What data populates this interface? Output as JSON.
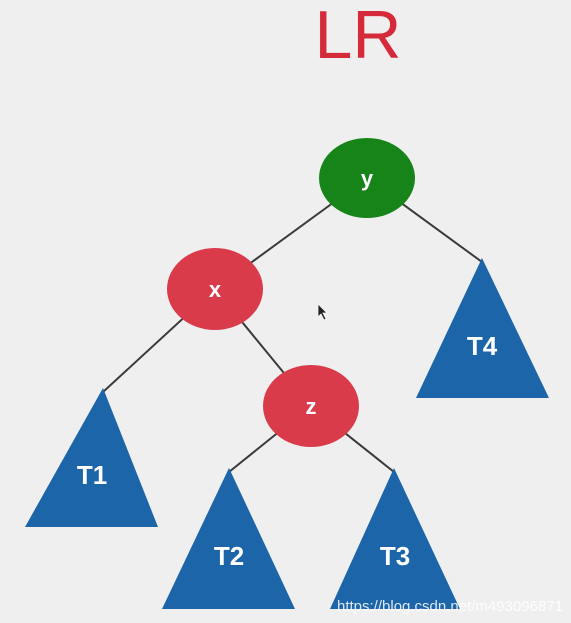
{
  "title": "LR",
  "colors": {
    "background": "#efefef",
    "title": "#d42a3a",
    "root_node": "#17841a",
    "rotated_node": "#da3b4b",
    "subtree": "#1b65a8",
    "edge": "#3a3a3a",
    "label": "#ffffff",
    "watermark": "#ffffff"
  },
  "nodes": {
    "y": {
      "label": "y",
      "color_role": "root_node"
    },
    "x": {
      "label": "x",
      "color_role": "rotated_node"
    },
    "z": {
      "label": "z",
      "color_role": "rotated_node"
    }
  },
  "subtrees": {
    "t1": {
      "label": "T1"
    },
    "t2": {
      "label": "T2"
    },
    "t3": {
      "label": "T3"
    },
    "t4": {
      "label": "T4"
    }
  },
  "edges": [
    {
      "from": "y",
      "to": "x"
    },
    {
      "from": "y",
      "to": "t4"
    },
    {
      "from": "x",
      "to": "t1"
    },
    {
      "from": "x",
      "to": "z"
    },
    {
      "from": "z",
      "to": "t2"
    },
    {
      "from": "z",
      "to": "t3"
    }
  ],
  "watermark": "https://blog.csdn.net/m493096871",
  "cursor_icon": "mouse-pointer-icon"
}
